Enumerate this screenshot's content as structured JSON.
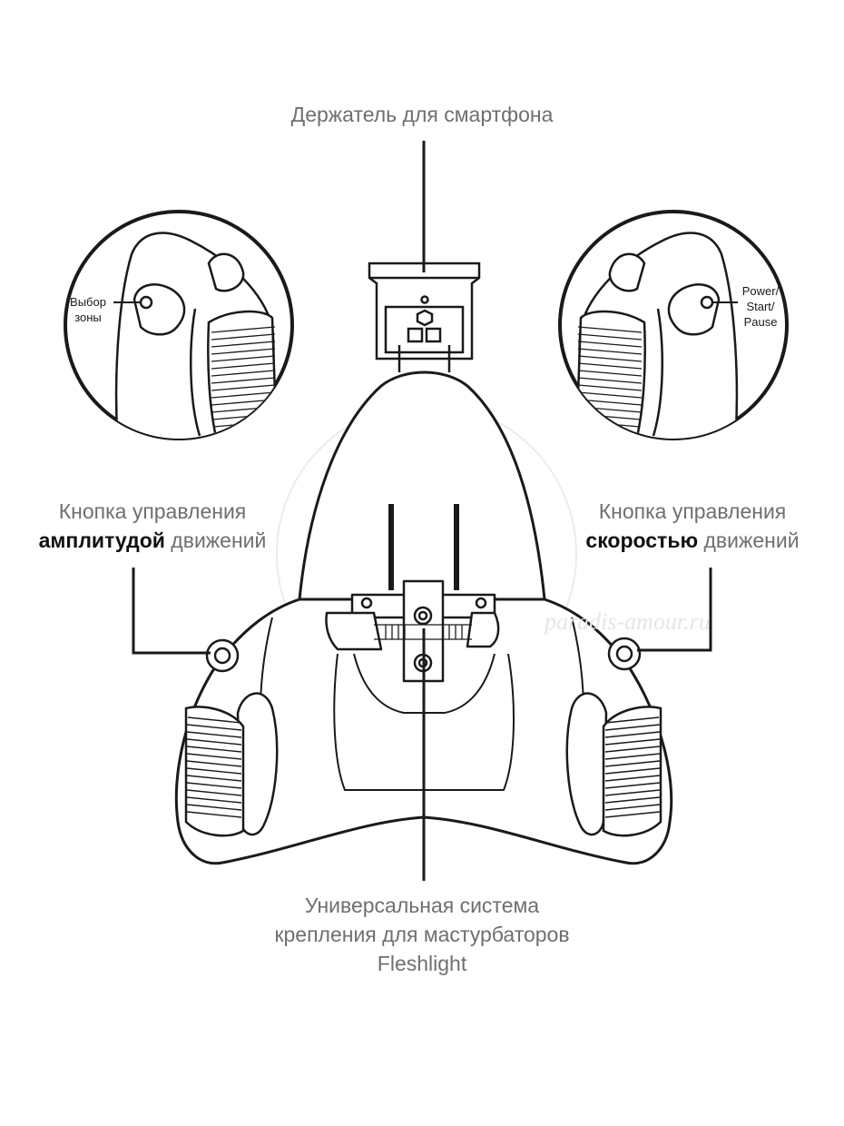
{
  "labels": {
    "phone_holder": "Держатель для смартфона",
    "left_line1": "Кнопка управления",
    "left_bold": "амплитудой",
    "left_rest": " движений",
    "right_line1": "Кнопка управления",
    "right_bold": "скоростью",
    "right_rest": " движений",
    "bottom_line1": "Универсальная система",
    "bottom_line2": "крепления для мастурбаторов",
    "bottom_line3": "Fleshlight",
    "zone_line1": "Выбор",
    "zone_line2": "зоны",
    "power_line1": "Power/",
    "power_line2": "Start/",
    "power_line3": "Pause"
  },
  "watermark": "paradis-amour.ru",
  "colors": {
    "label_text": "#6f6f6f",
    "bold_text": "#111111",
    "outline": "#1a1a1a",
    "watermark": "#e6e6e6"
  }
}
